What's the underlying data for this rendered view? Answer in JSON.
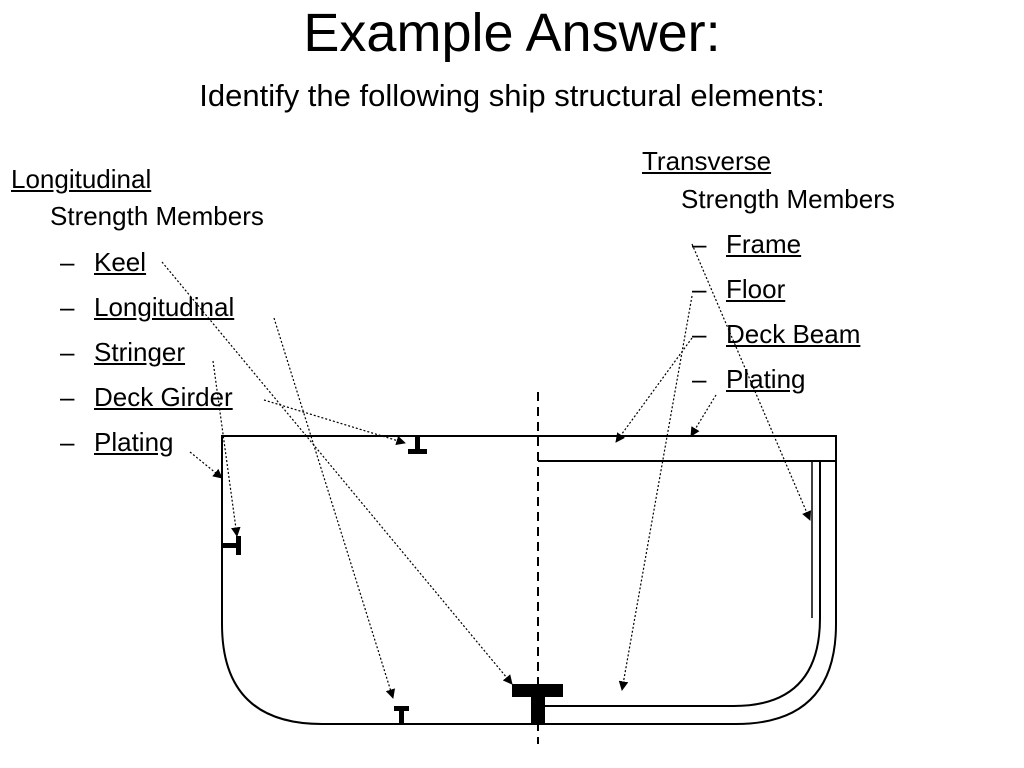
{
  "heading": {
    "title": "Example Answer:",
    "subtitle": "Identify the following ship structural elements:"
  },
  "longitudinal": {
    "heading": "Longitudinal",
    "subheading": "Strength Members",
    "bullet": "–",
    "items": [
      {
        "label": "Keel"
      },
      {
        "label": "Longitudinal"
      },
      {
        "label": "Stringer"
      },
      {
        "label": "Deck Girder"
      },
      {
        "label": "Plating"
      }
    ]
  },
  "transverse": {
    "heading": "Transverse",
    "subheading": "Strength Members",
    "bullet": "–",
    "items": [
      {
        "label": "Frame"
      },
      {
        "label": "Floor"
      },
      {
        "label": "Deck Beam"
      },
      {
        "label": "Plating"
      }
    ]
  }
}
